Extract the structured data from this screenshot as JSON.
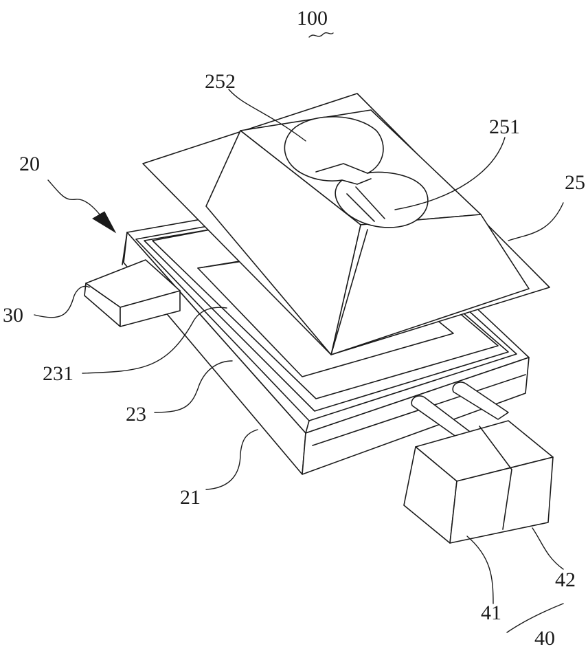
{
  "labels": {
    "assembly": "100",
    "module": "20",
    "base": "21",
    "frame": "23",
    "frame_window": "231",
    "cover": "25",
    "cover_slot": "251",
    "cover_hole": "252",
    "connector": "30",
    "plug_group": "40",
    "plug_part_a": "41",
    "plug_part_b": "42"
  }
}
